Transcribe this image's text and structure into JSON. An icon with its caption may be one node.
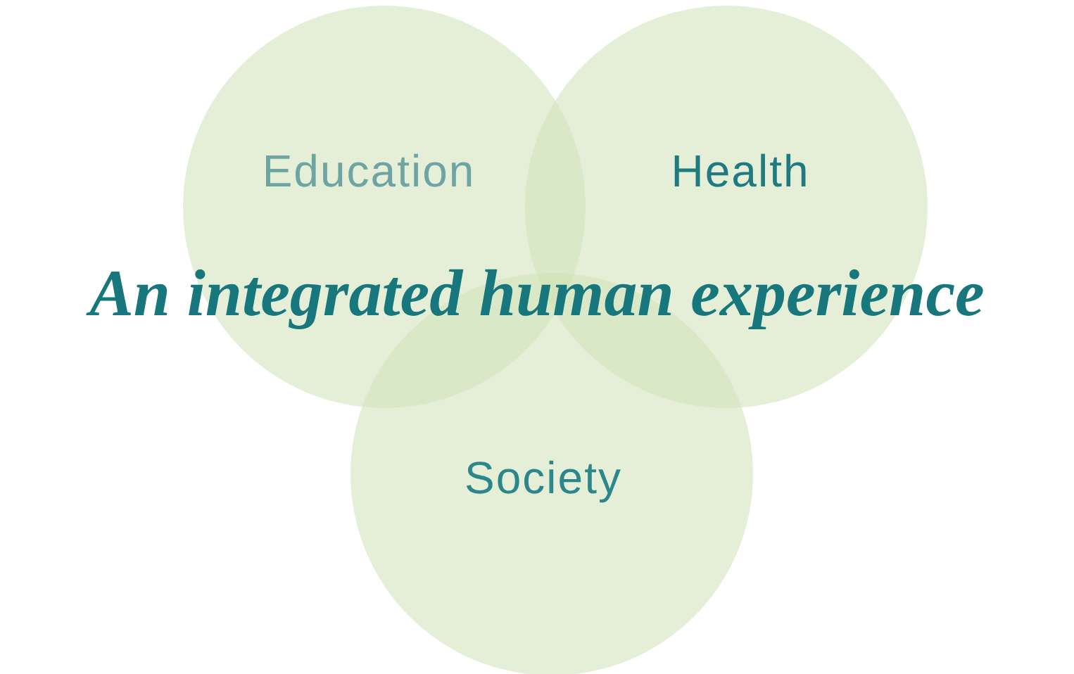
{
  "diagram": {
    "title": "An integrated human experience",
    "nodes": [
      {
        "text": [
          "Education"
        ]
      },
      {
        "text": [
          "Health"
        ]
      },
      {
        "text": [
          "Society"
        ]
      }
    ]
  }
}
